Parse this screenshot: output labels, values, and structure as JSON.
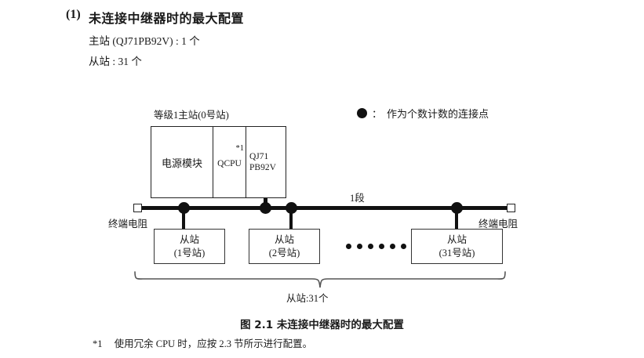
{
  "heading": {
    "number": "(1)",
    "title": "未连接中继器时的最大配置",
    "spec_master": "主站 (QJ71PB92V) : 1 个",
    "spec_slave": "从站 : 31 个"
  },
  "legend": {
    "symbol": "●",
    "separator": "：",
    "text": "作为个数计数的连接点"
  },
  "master": {
    "label": "等级1主站(0号站)",
    "power_module": "电源模块",
    "cpu": "QCPU",
    "note_ref": "*1",
    "network_module": "QJ71\nPB92V",
    "network_module_line1": "QJ71",
    "network_module_line2": "PB92V"
  },
  "bus": {
    "segment_label": "1段",
    "terminator_left": "终端电阻",
    "terminator_right": "终端电阻"
  },
  "slaves": [
    {
      "name": "从站",
      "station": "(1号站)"
    },
    {
      "name": "从站",
      "station": "(2号站)"
    },
    {
      "name": "从站",
      "station": "(31号站)"
    }
  ],
  "brace": {
    "label": "从站:31个"
  },
  "caption": "图 2.1  未连接中继器时的最大配置",
  "footnote": {
    "mark": "*1",
    "text": "使用冗余 CPU 时，应按 2.3 节所示进行配置。"
  },
  "colors": {
    "ink": "#1a1a1a",
    "line": "#111111",
    "box_border": "#222222"
  }
}
